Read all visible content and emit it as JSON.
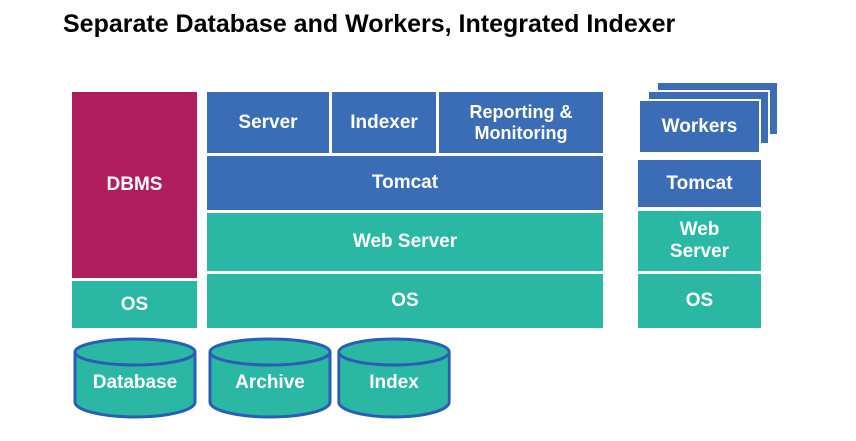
{
  "title": "Separate Database and Workers, Integrated Indexer",
  "colors": {
    "blue": "#3a6db6",
    "teal": "#2ab7a4",
    "magenta": "#b01d5c",
    "cylinder_stroke": "#2a5db4",
    "text": "#ffffff",
    "title_text": "#000000"
  },
  "left_stack": {
    "dbms": "DBMS",
    "os": "OS",
    "database": "Database"
  },
  "middle_stack": {
    "server": "Server",
    "indexer": "Indexer",
    "reporting": "Reporting & Monitoring",
    "tomcat": "Tomcat",
    "web_server": "Web Server",
    "os": "OS",
    "archive": "Archive",
    "index": "Index"
  },
  "right_stack": {
    "workers": "Workers",
    "tomcat": "Tomcat",
    "web_server": "Web Server",
    "os": "OS"
  }
}
